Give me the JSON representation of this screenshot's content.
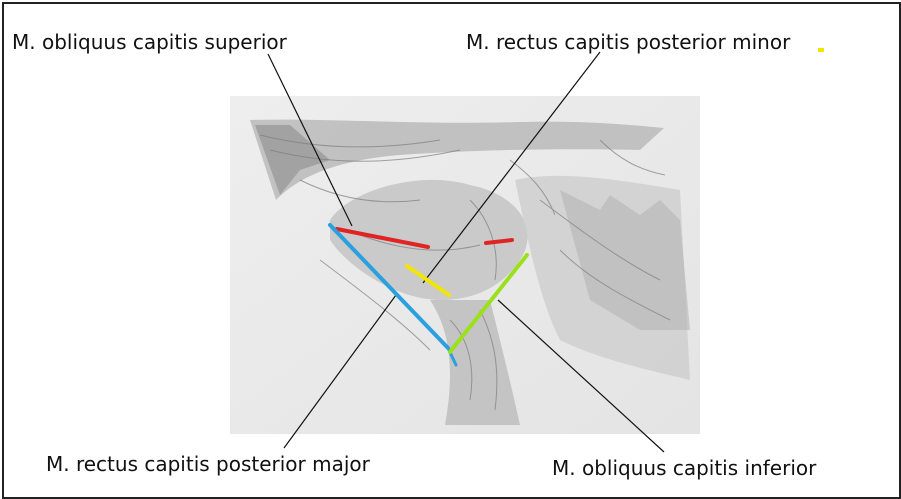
{
  "labels": {
    "obliquus_superior": "M. obliquus capitis superior",
    "rectus_minor": "M. rectus capitis posterior minor",
    "rectus_major": "M. rectus capitis posterior major",
    "obliquus_inferior": "M. obliquus capitis inferior"
  },
  "colors": {
    "obliquus_superior": "#e02424",
    "rectus_minor": "#f2e600",
    "rectus_major": "#2aa0de",
    "obliquus_inferior": "#9be01a"
  }
}
